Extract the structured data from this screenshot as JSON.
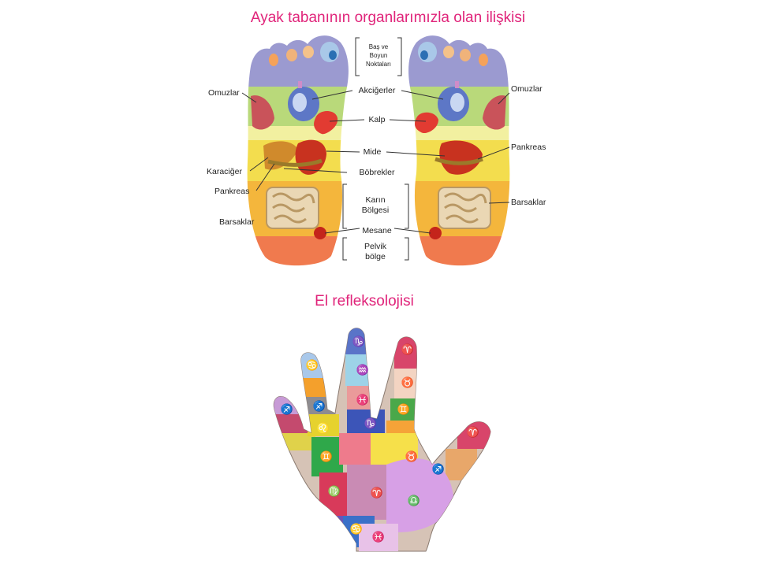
{
  "titles": {
    "feet": "Ayak tabanının organlarımızla olan ilişkisi",
    "hand": "El refleksolojisi"
  },
  "labels": {
    "head_neck_1": "Baş ve",
    "head_neck_2": "Boyun",
    "head_neck_3": "Noktaları",
    "lungs": "Akciğerler",
    "heart": "Kalp",
    "stomach": "Mide",
    "kidneys": "Böbrekler",
    "abdomen_1": "Karın",
    "abdomen_2": "Bölgesi",
    "bladder": "Mesane",
    "pelvic_1": "Pelvik",
    "pelvic_2": "bölge",
    "shoulders_left": "Omuzlar",
    "shoulders_right": "Omuzlar",
    "liver": "Karaciğer",
    "pancreas_left": "Pankreas",
    "pancreas_right": "Pankreas",
    "intestines_left": "Barsaklar",
    "intestines_right": "Barsaklar"
  },
  "hand_symbols": {
    "thumb": "♈",
    "index_tip": "♈",
    "index_2": "♉",
    "index_3": "♊",
    "middle_tip": "♑",
    "middle_2": "♒",
    "middle_3": "♓",
    "middle_4": "♑",
    "ring_tip": "♋",
    "ring_3": "♐",
    "ring_4": "♌",
    "little_tip": "♐",
    "palm_upper": "♉",
    "palm_mid": "♈",
    "palm_big": "♎",
    "palm_left": "♊",
    "palm_low1": "♍",
    "palm_low2": "♋",
    "palm_low3": "♓",
    "palm_right": "♐"
  },
  "colors": {
    "title": "#e0247a",
    "toes": "#9b9ad0",
    "chest": "#b9d97a",
    "diaphragm": "#f2f0a0",
    "abdomen_yellow": "#f3dd4e",
    "intestine_zone": "#f4b63c",
    "heel": "#f07a4e"
  }
}
